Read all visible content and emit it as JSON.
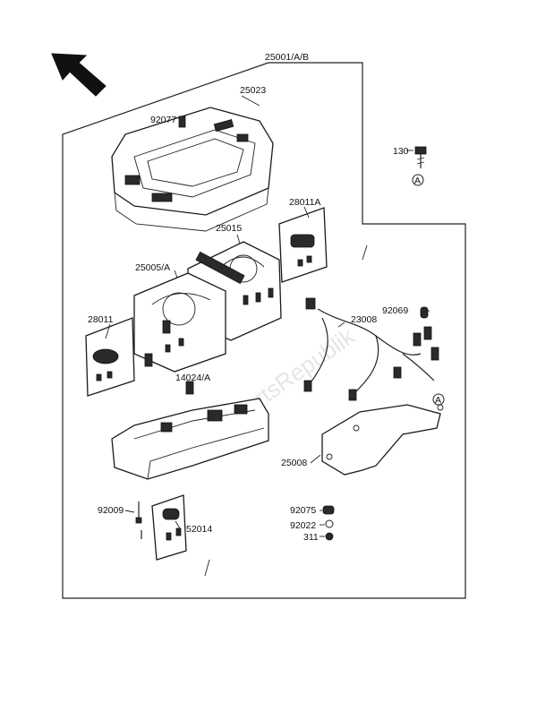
{
  "diagram": {
    "watermark": "PartsRepublik",
    "part_labels": {
      "p25001": "25001/A/B",
      "p25023": "25023",
      "p92077": "92077",
      "p130": "130",
      "p28011a": "28011A",
      "p25015": "25015",
      "p25005": "25005/A",
      "p92069": "92069",
      "p23008": "23008",
      "p28011": "28011",
      "p14024": "14024/A",
      "p25008": "25008",
      "p92009": "92009",
      "p52014": "52014",
      "p92075": "92075",
      "p92022": "92022",
      "p311": "311"
    },
    "callout_marker": "A"
  }
}
